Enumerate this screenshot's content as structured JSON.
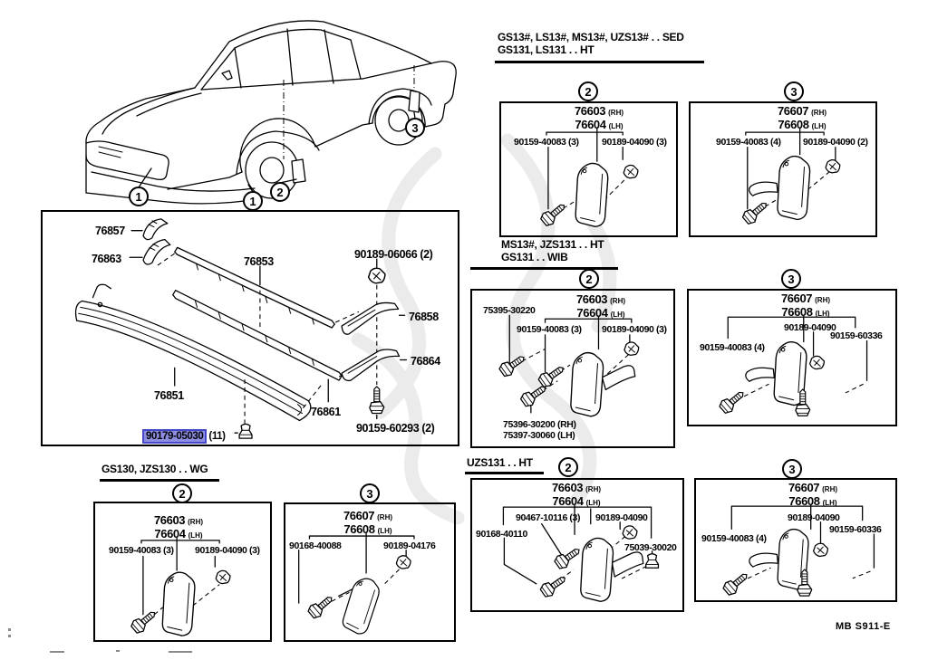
{
  "doc": {
    "footer_code": "MB S911-E"
  },
  "colors": {
    "ink": "#000000",
    "highlight_bg": "#8d8de2",
    "highlight_border": "#4646c8",
    "watermark": "#ebebeb"
  },
  "car": {
    "callout_front_spoiler_left": "1",
    "callout_front_spoiler_right": "1",
    "callout_front_mudguard": "2",
    "callout_rear_mudguard": "3"
  },
  "main_box": {
    "bracket_upper": "76857",
    "bracket_lower": "76863",
    "retainer_upper": "76853",
    "clip": "90189-06066 (2)",
    "retainer_rh": "76858",
    "retainer_lh": "76864",
    "front_spoiler": "76851",
    "retainer_lower": "76861",
    "screw": "90159-60293 (2)",
    "selected_part": "90179-05030",
    "selected_qty": "(11)"
  },
  "sections": {
    "sed": {
      "header1": "GS13#, LS13#, MS13#, UZS13# . . SED",
      "header2": "GS131, LS131 . . HT",
      "front": {
        "callout": "2",
        "rh": "76603",
        "rh_side": "(RH)",
        "lh": "76604",
        "lh_side": "(LH)",
        "screw": "90159-40083 (3)",
        "clip": "90189-04090 (3)"
      },
      "rear": {
        "callout": "3",
        "rh": "76607",
        "rh_side": "(RH)",
        "lh": "76608",
        "lh_side": "(LH)",
        "screw": "90159-40083 (4)",
        "clip": "90189-04090 (2)"
      }
    },
    "ht_wib": {
      "header1": "MS13#, JZS131 . . HT",
      "header2": "GS131 . . WIB",
      "front": {
        "callout": "2",
        "spat_screw": "75395-30220",
        "rh": "76603",
        "rh_side": "(RH)",
        "lh": "76604",
        "lh_side": "(LH)",
        "screw": "90159-40083 (3)",
        "clip": "90189-04090 (3)",
        "spat_rh": "75396-30200 (RH)",
        "spat_lh": "75397-30060 (LH)"
      },
      "rear": {
        "callout": "3",
        "rh": "76607",
        "rh_side": "(RH)",
        "lh": "76608",
        "lh_side": "(LH)",
        "clip": "90189-04090",
        "screw": "90159-40083 (4)",
        "bolt": "90159-60336"
      }
    },
    "wg": {
      "header1": "GS130, JZS130 . . WG",
      "front": {
        "callout": "2",
        "rh": "76603",
        "rh_side": "(RH)",
        "lh": "76604",
        "lh_side": "(LH)",
        "screw": "90159-40083 (3)",
        "clip": "90189-04090 (3)"
      },
      "rear": {
        "callout": "3",
        "rh": "76607",
        "rh_side": "(RH)",
        "lh": "76608",
        "lh_side": "(LH)",
        "screw": "90168-40088",
        "clip": "90189-04176"
      }
    },
    "uzs": {
      "header1": "UZS131 . . HT",
      "front": {
        "callout": "2",
        "rh": "76603",
        "rh_side": "(RH)",
        "lh": "76604",
        "lh_side": "(LH)",
        "screw_a": "90467-10116 (3)",
        "clip": "90189-04090",
        "screw_b": "90168-40110",
        "grommet": "75039-30020"
      },
      "rear": {
        "callout": "3",
        "rh": "76607",
        "rh_side": "(RH)",
        "lh": "76608",
        "lh_side": "(LH)",
        "clip": "90189-04090",
        "bolt": "90159-60336",
        "screw": "90159-40083 (4)"
      }
    }
  }
}
